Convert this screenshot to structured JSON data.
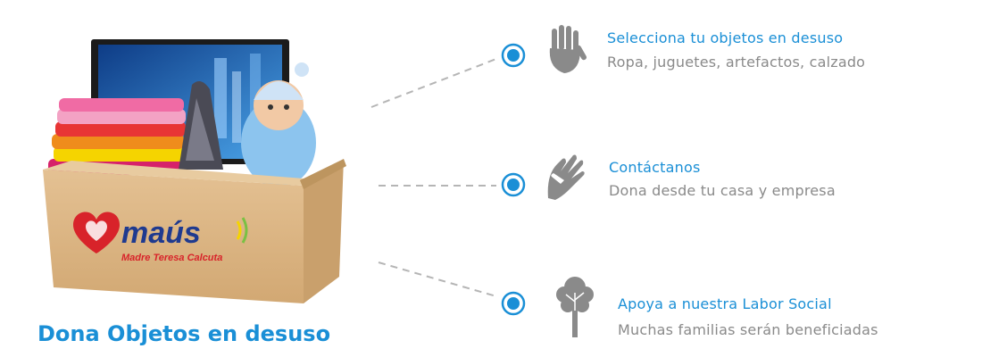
{
  "illustration": {
    "brand_name": "maús",
    "brand_tagline": "Madre Teresa Calcuta",
    "brand_color": "#1f3a8f",
    "heart_color": "#d8232a"
  },
  "caption": "Dona Objetos en desuso",
  "accent_color": "#1a8fd6",
  "steps": [
    {
      "icon": "hand-icon",
      "title": "Selecciona tu objetos en desuso",
      "description": "Ropa, juguetes, artefactos, calzado"
    },
    {
      "icon": "helping-hands-icon",
      "title": "Contáctanos",
      "description": "Dona desde tu casa y empresa"
    },
    {
      "icon": "tree-icon",
      "title": "Apoya a nuestra Labor Social",
      "description": "Muchas familias serán beneficiadas"
    }
  ]
}
